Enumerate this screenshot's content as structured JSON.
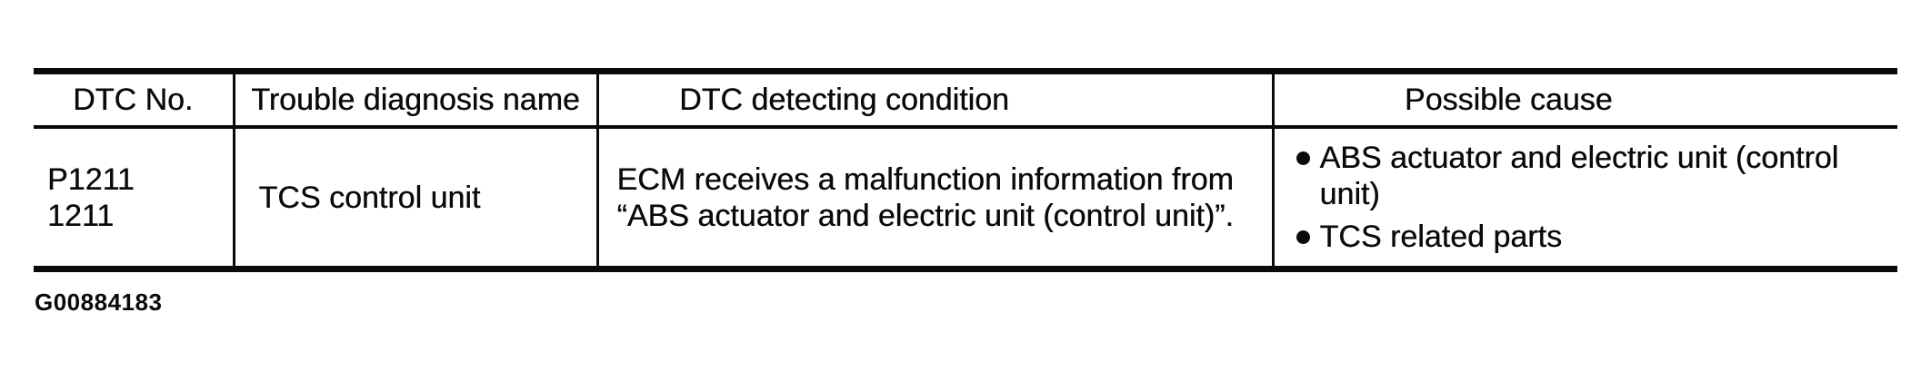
{
  "figure_code": "G00884183",
  "table": {
    "headers": [
      "DTC No.",
      "Trouble diagnosis name",
      "DTC detecting condition",
      "Possible cause"
    ],
    "row": {
      "dtc_no": [
        "P1211",
        "1211"
      ],
      "trouble_diagnosis_name": "TCS control unit",
      "dtc_detecting_condition": "ECM receives a malfunction information from “ABS actuator and electric unit (control unit)”.",
      "possible_cause": [
        "ABS actuator and electric unit (control unit)",
        "TCS related parts"
      ]
    }
  },
  "icons": {
    "bullet": "●"
  },
  "colors": {
    "text": "#0a0a0a",
    "line": "#0a0a0a",
    "background": "#ffffff"
  }
}
